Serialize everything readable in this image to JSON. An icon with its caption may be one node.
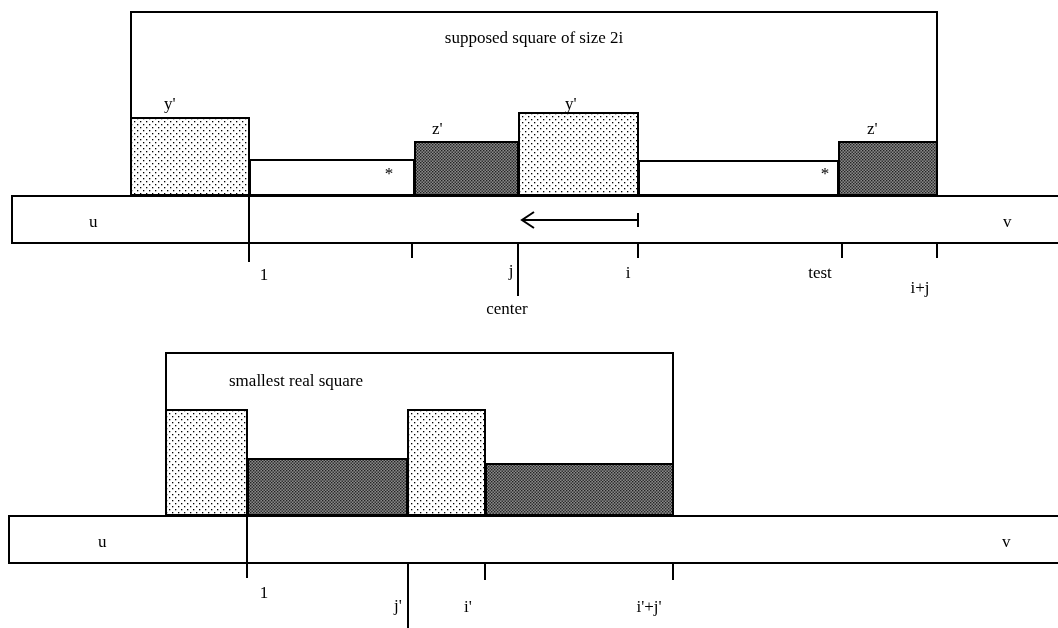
{
  "diagram": {
    "nodes": [
      {
        "text": [
          "supposed square of size 2i"
        ]
      },
      {
        "text": [],
        "shape": "box",
        "in": 0,
        "beside": [
          "y'"
        ]
      },
      {
        "text": [],
        "shape": "box",
        "in": 0
      },
      {
        "text": [],
        "shape": "box",
        "in": 0,
        "beside": [
          "z'"
        ]
      },
      {
        "text": [],
        "shape": "box",
        "in": 0,
        "beside": [
          "y'"
        ]
      },
      {
        "text": [],
        "shape": "box",
        "in": 0
      },
      {
        "text": [],
        "shape": "box",
        "in": 0,
        "beside": [
          "z'"
        ]
      },
      {
        "text": [
          "u",
          "v"
        ],
        "beside": [
          "1",
          "j",
          "i",
          "test",
          "i+j",
          "center"
        ]
      },
      {
        "text": [
          "smallest real square"
        ]
      },
      {
        "text": [],
        "shape": "box",
        "in": 8
      },
      {
        "text": [],
        "shape": "box",
        "in": 8
      },
      {
        "text": [],
        "shape": "box",
        "in": 8
      },
      {
        "text": [],
        "shape": "box",
        "in": 8
      },
      {
        "text": [
          "u",
          "v"
        ],
        "beside": [
          "1",
          "j'",
          "i'",
          "i'+j'"
        ]
      }
    ],
    "labels": [
      "*",
      "*"
    ]
  }
}
